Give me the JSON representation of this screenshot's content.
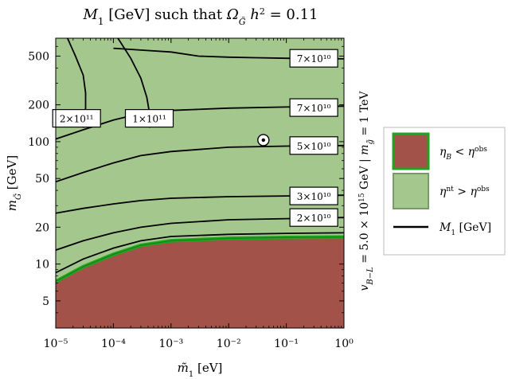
{
  "chart_data": {
    "type": "contour",
    "title_html": "M<tspan baseline-shift='sub' font-size='12'>1</tspan> [GeV] such that Ω<tspan baseline-shift='sub' font-size='12'>G̃</tspan> h<tspan baseline-shift='super' font-size='12'>2</tspan> = 0.11",
    "title_text": "M1 [GeV] such that ΩG̃ h2 = 0.11",
    "xlabel": "m̃1 [eV]",
    "ylabel": "mG̃ [GeV]",
    "x_scale": "log",
    "y_scale": "log",
    "xlim": [
      1e-05,
      1
    ],
    "ylim": [
      3,
      700
    ],
    "x_ticks": [
      {
        "v": 1e-05,
        "label": "10⁻⁵"
      },
      {
        "v": 0.0001,
        "label": "10⁻⁴"
      },
      {
        "v": 0.001,
        "label": "10⁻³"
      },
      {
        "v": 0.01,
        "label": "10⁻²"
      },
      {
        "v": 0.1,
        "label": "10⁻¹"
      },
      {
        "v": 1,
        "label": "10⁰"
      }
    ],
    "y_ticks": [
      5,
      10,
      20,
      50,
      100,
      200,
      500
    ],
    "right_label": "vB−L = 5.0 × 10¹⁵ GeV  |  mg̃ = 1 TeV",
    "regions": [
      {
        "name": "η_B < η_B^obs",
        "label_main": "η",
        "label_sub": "B",
        "label_rel": " < η",
        "label_sup": "obs",
        "color": "#a3524a"
      },
      {
        "name": "η_B^nt > η_B^obs",
        "label_main": "η",
        "label_sub": "B",
        "label_sup_left": "nt",
        "label_rel": " > η",
        "label_sup": "obs",
        "color": "#a3c78c"
      }
    ],
    "line_legend": {
      "name": "M1 [GeV]",
      "label_main": "M",
      "label_sub": "1",
      "label_rest": " [GeV]",
      "color": "#000000"
    },
    "boundary": {
      "color": "#1fa51f",
      "points": [
        [
          1e-05,
          7.2
        ],
        [
          3e-05,
          9.5
        ],
        [
          0.0001,
          12
        ],
        [
          0.0003,
          14.2
        ],
        [
          0.001,
          15.5
        ],
        [
          0.01,
          16.2
        ],
        [
          0.1,
          16.5
        ],
        [
          1,
          16.6
        ]
      ]
    },
    "contours": [
      {
        "label": "7×10¹⁰",
        "label_at": [
          0.3,
          480
        ],
        "points": [
          [
            0.0001,
            580
          ],
          [
            0.0003,
            560
          ],
          [
            0.001,
            540
          ],
          [
            0.003,
            500
          ],
          [
            0.01,
            490
          ],
          [
            0.03,
            485
          ],
          [
            0.1,
            480
          ],
          [
            1,
            475
          ]
        ]
      },
      {
        "label": "7×10¹⁰",
        "label_at": [
          0.3,
          190
        ],
        "points": [
          [
            1e-05,
            105
          ],
          [
            3e-05,
            125
          ],
          [
            0.0001,
            150
          ],
          [
            0.0003,
            170
          ],
          [
            0.001,
            180
          ],
          [
            0.01,
            188
          ],
          [
            0.1,
            192
          ],
          [
            1,
            195
          ]
        ]
      },
      {
        "label": "5×10¹⁰",
        "label_at": [
          0.3,
          93
        ],
        "points": [
          [
            1e-05,
            47
          ],
          [
            3e-05,
            56
          ],
          [
            0.0001,
            67
          ],
          [
            0.0003,
            77
          ],
          [
            0.001,
            83
          ],
          [
            0.01,
            90
          ],
          [
            0.1,
            92
          ],
          [
            1,
            93
          ]
        ]
      },
      {
        "label": "3×10¹⁰",
        "label_at": [
          0.3,
          36
        ],
        "points": [
          [
            1e-05,
            26
          ],
          [
            3e-05,
            28.5
          ],
          [
            0.0001,
            31
          ],
          [
            0.0003,
            33
          ],
          [
            0.001,
            34.5
          ],
          [
            0.01,
            35.5
          ],
          [
            0.1,
            36
          ],
          [
            1,
            36.5
          ]
        ]
      },
      {
        "label": "2×10¹⁰",
        "label_at": [
          0.3,
          24
        ],
        "points": [
          [
            1e-05,
            13
          ],
          [
            3e-05,
            15.5
          ],
          [
            0.0001,
            18
          ],
          [
            0.0003,
            20
          ],
          [
            0.001,
            21.5
          ],
          [
            0.01,
            23
          ],
          [
            0.1,
            23.5
          ],
          [
            1,
            24
          ]
        ]
      },
      {
        "label": "",
        "label_at": null,
        "points": [
          [
            1e-05,
            8.5
          ],
          [
            3e-05,
            11
          ],
          [
            0.0001,
            13.5
          ],
          [
            0.0003,
            15.5
          ],
          [
            0.001,
            16.8
          ],
          [
            0.01,
            17.5
          ],
          [
            0.1,
            17.8
          ],
          [
            1,
            18
          ]
        ]
      },
      {
        "label": "2×10¹¹",
        "label_at": [
          2.3e-05,
          155
        ],
        "points": [
          [
            1.6e-05,
            700
          ],
          [
            2.2e-05,
            500
          ],
          [
            3e-05,
            350
          ],
          [
            3.3e-05,
            250
          ],
          [
            3.3e-05,
            190
          ],
          [
            3.2e-05,
            150
          ],
          [
            3.05e-05,
            130
          ]
        ]
      },
      {
        "label": "1×10¹¹",
        "label_at": [
          0.00042,
          155
        ],
        "points": [
          [
            0.00012,
            700
          ],
          [
            0.0002,
            480
          ],
          [
            0.0003,
            330
          ],
          [
            0.00038,
            230
          ],
          [
            0.00042,
            175
          ],
          [
            0.00043,
            130
          ]
        ]
      }
    ],
    "benchmark_point": [
      0.04,
      103
    ]
  }
}
